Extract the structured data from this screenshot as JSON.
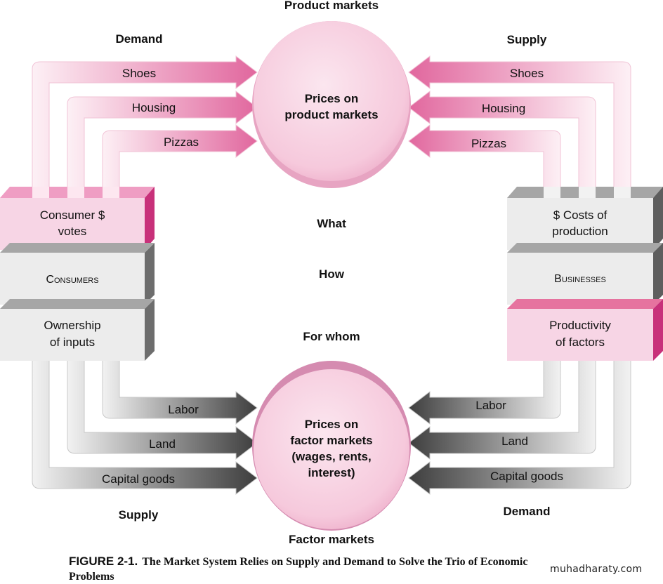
{
  "title_top": "Product markets",
  "title_bottom": "Factor markets",
  "labels": {
    "demand_top": "Demand",
    "supply_top": "Supply",
    "supply_bottom": "Supply",
    "demand_bottom": "Demand"
  },
  "center_questions": [
    "What",
    "How",
    "For whom"
  ],
  "product_circle": {
    "line1": "Prices on",
    "line2": "product markets"
  },
  "factor_circle": {
    "line1": "Prices on",
    "line2": "factor markets",
    "line3": "(wages, rents,",
    "line4": "interest)"
  },
  "left_block": {
    "top_line1": "Consumer $",
    "top_line2": "votes",
    "middle": "Consumers",
    "bottom_line1": "Ownership",
    "bottom_line2": "of inputs"
  },
  "right_block": {
    "top_line1": "$ Costs of",
    "top_line2": "production",
    "middle": "Businesses",
    "bottom_line1": "Productivity",
    "bottom_line2": "of factors"
  },
  "product_flows_left": [
    "Shoes",
    "Housing",
    "Pizzas"
  ],
  "product_flows_right": [
    "Shoes",
    "Housing",
    "Pizzas"
  ],
  "factor_flows_left": [
    "Labor",
    "Land",
    "Capital goods"
  ],
  "factor_flows_right": [
    "Labor",
    "Land",
    "Capital goods"
  ],
  "caption": {
    "figure": "FIGURE 2-1.",
    "text": "The Market System Relies on Supply and Demand to Solve the Trio of Economic Problems"
  },
  "watermark": "muhadharaty.com",
  "colors": {
    "pink_light": "#fbe3ee",
    "pink_mid": "#f3a9c9",
    "pink_dark": "#d85a93",
    "gray_light": "#ececec",
    "gray_mid": "#b5b5b5",
    "gray_dark": "#4a4a4a"
  }
}
